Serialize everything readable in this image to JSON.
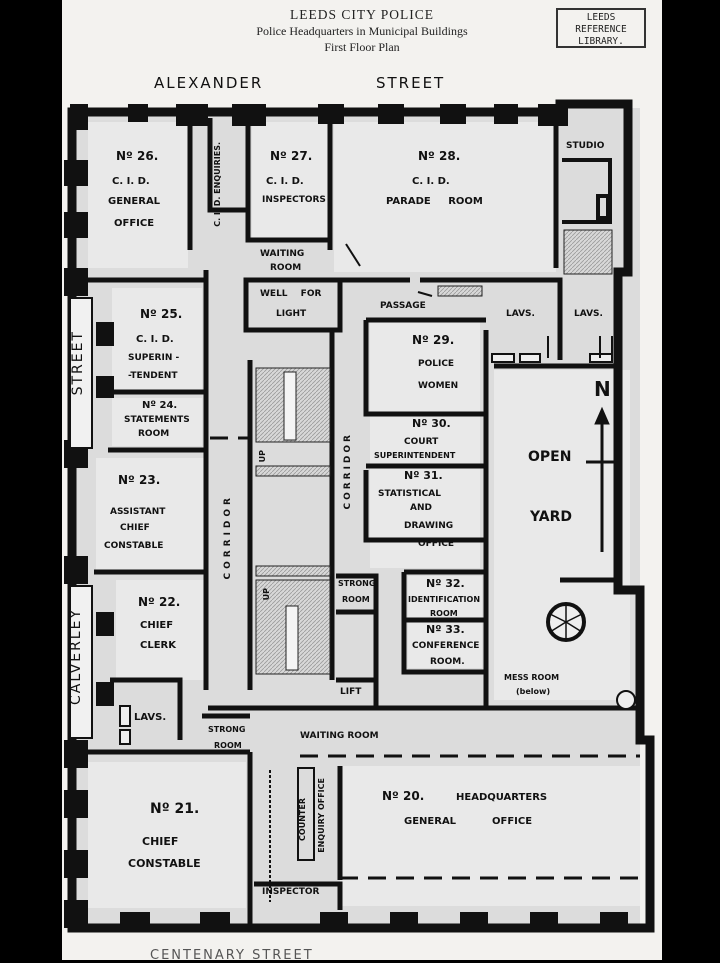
{
  "header": {
    "line1": "LEEDS CITY POLICE",
    "line2": "Police Headquarters in Municipal Buildings",
    "line3": "First Floor Plan"
  },
  "stamp": {
    "line1": "LEEDS",
    "line2": "REFERENCE",
    "line3": "LIBRARY."
  },
  "streets": {
    "alexander": "ALEXANDER",
    "street_top": "STREET",
    "street_left": "STREET",
    "calverley": "CALVERLEY",
    "bottom": "CENTENARY STREET"
  },
  "rooms": {
    "r26": {
      "num": "Nº 26.",
      "name1": "C. I. D.",
      "name2": "GENERAL",
      "name3": "OFFICE"
    },
    "cid_enquiries": "C. I. D. ENQUIRIES.",
    "r27": {
      "num": "Nº 27.",
      "name1": "C. I. D.",
      "name2": "INSPECTORS"
    },
    "r28": {
      "num": "Nº 28.",
      "name1": "C. I. D.",
      "name2": "PARADE ROOM"
    },
    "studio": "STUDIO",
    "waiting_top": {
      "l1": "WAITING",
      "l2": "ROOM"
    },
    "well": {
      "l1": "WELL FOR",
      "l2": "LIGHT"
    },
    "passage": "PASSAGE",
    "lavs1": "LAVS.",
    "lavs2": "LAVS.",
    "r25": {
      "num": "Nº 25.",
      "name1": "C. I. D.",
      "name2": "SUPERIN -",
      "name3": "-TENDENT"
    },
    "r24": {
      "num": "Nº 24.",
      "name1": "STATEMENTS",
      "name2": "ROOM"
    },
    "r29": {
      "num": "Nº 29.",
      "name1": "POLICE",
      "name2": "WOMEN"
    },
    "r30": {
      "num": "Nº 30.",
      "name1": "COURT",
      "name2": "SUPERINTENDENT"
    },
    "r31": {
      "num": "Nº 31.",
      "name1": "STATISTICAL",
      "name2": "AND",
      "name3": "DRAWING",
      "name4": "OFFICE"
    },
    "open_yard": {
      "l1": "OPEN",
      "l2": "YARD"
    },
    "north": "N",
    "r23": {
      "num": "Nº 23.",
      "name1": "ASSISTANT",
      "name2": "CHIEF",
      "name3": "CONSTABLE"
    },
    "corridor_left": "CORRIDOR",
    "corridor_mid": "CORRIDOR",
    "up1": "UP",
    "up2": "UP",
    "strong_room1": {
      "l1": "STRONG",
      "l2": "ROOM"
    },
    "r32": {
      "num": "Nº 32.",
      "name1": "IDENTIFICATION",
      "name2": "ROOM"
    },
    "r33": {
      "num": "Nº 33.",
      "name1": "CONFERENCE",
      "name2": "ROOM."
    },
    "r22": {
      "num": "Nº 22.",
      "name1": "CHIEF",
      "name2": "CLERK"
    },
    "lavs3": "LAVS.",
    "lift": "LIFT",
    "mess_room": {
      "l1": "MESS ROOM",
      "l2": "(below)"
    },
    "strong_room2": {
      "l1": "STRONG",
      "l2": "ROOM"
    },
    "waiting_bottom": "WAITING ROOM",
    "r21": {
      "num": "Nº 21.",
      "name1": "CHIEF",
      "name2": "CONSTABLE"
    },
    "counter": "COUNTER",
    "enquiry_office": "ENQUIRY OFFICE",
    "r20": {
      "num": "Nº 20.",
      "name1": "HEADQUARTERS",
      "name2": "GENERAL",
      "name3": "OFFICE"
    },
    "inspector": "INSPECTOR"
  }
}
